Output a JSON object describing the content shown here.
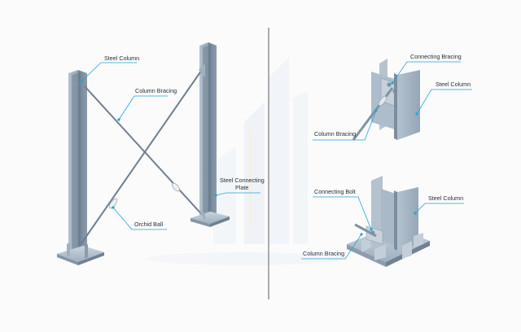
{
  "colors": {
    "steel_front": "#7b8d9f",
    "steel_side": "#a7b6c5",
    "steel_dark": "#5f7182",
    "bracing": "#6e7f90",
    "leader": "#1ea5d8",
    "divider": "#8a8a8a",
    "watermark": "#e3ebf4"
  },
  "left_diagram": {
    "labels": {
      "steel_column": "Steel Column",
      "column_bracing": "Column Bracing",
      "orchid_ball": "Orchid Ball",
      "steel_connecting_plate_line1": "Steel Connecting",
      "steel_connecting_plate_line2": "Plate"
    }
  },
  "right_top_detail": {
    "labels": {
      "connecting_bracing": "Connecting Bracing",
      "steel_column": "Steel Column",
      "column_bracing": "Column Bracing"
    }
  },
  "right_bottom_detail": {
    "labels": {
      "connecting_bolt": "Connecting Bolt",
      "steel_column": "Steel Column",
      "column_bracing": "Column Bracing"
    }
  }
}
